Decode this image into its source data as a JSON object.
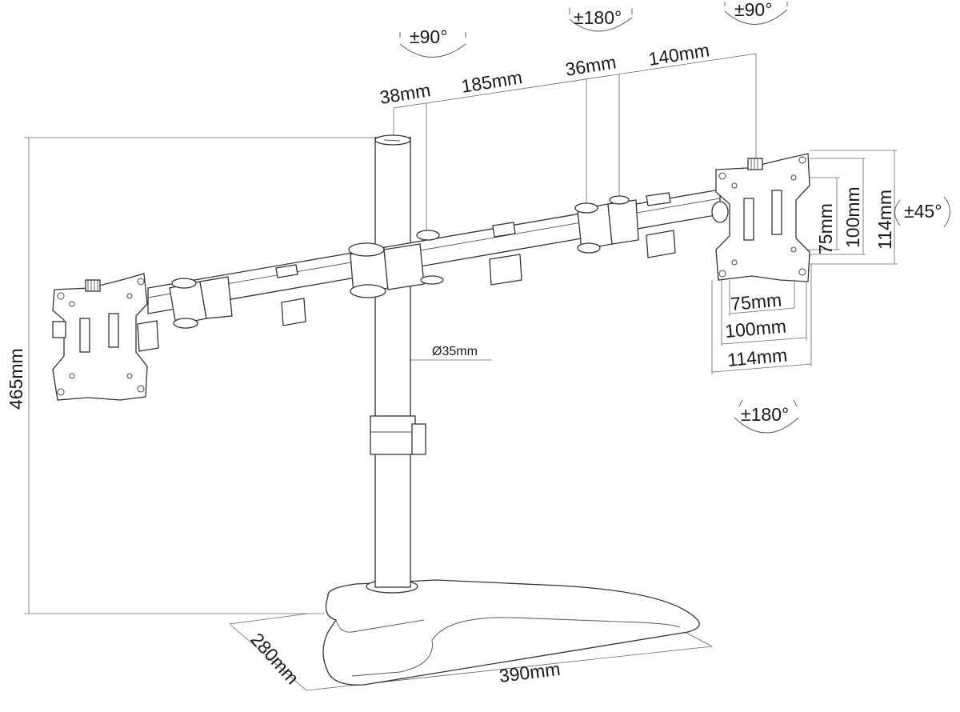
{
  "dimensions": {
    "d38": "38mm",
    "d185": "185mm",
    "d36": "36mm",
    "d140": "140mm",
    "height": "465mm",
    "pole": "Ø35mm",
    "base_depth": "280mm",
    "base_width": "390mm",
    "vesa_h_75": "75mm",
    "vesa_h_100": "100mm",
    "vesa_h_114": "114mm",
    "vesa_v_75": "75mm",
    "vesa_v_100": "100mm",
    "vesa_v_114": "114mm"
  },
  "rotations": {
    "tilt_left": "±90°",
    "swivel_top": "±180°",
    "tilt_right": "±90°",
    "rotate_plate": "±45°",
    "swivel_bottom": "±180°"
  },
  "colors": {
    "line": "#333333",
    "dimension_line": "#666666",
    "background": "#ffffff"
  }
}
